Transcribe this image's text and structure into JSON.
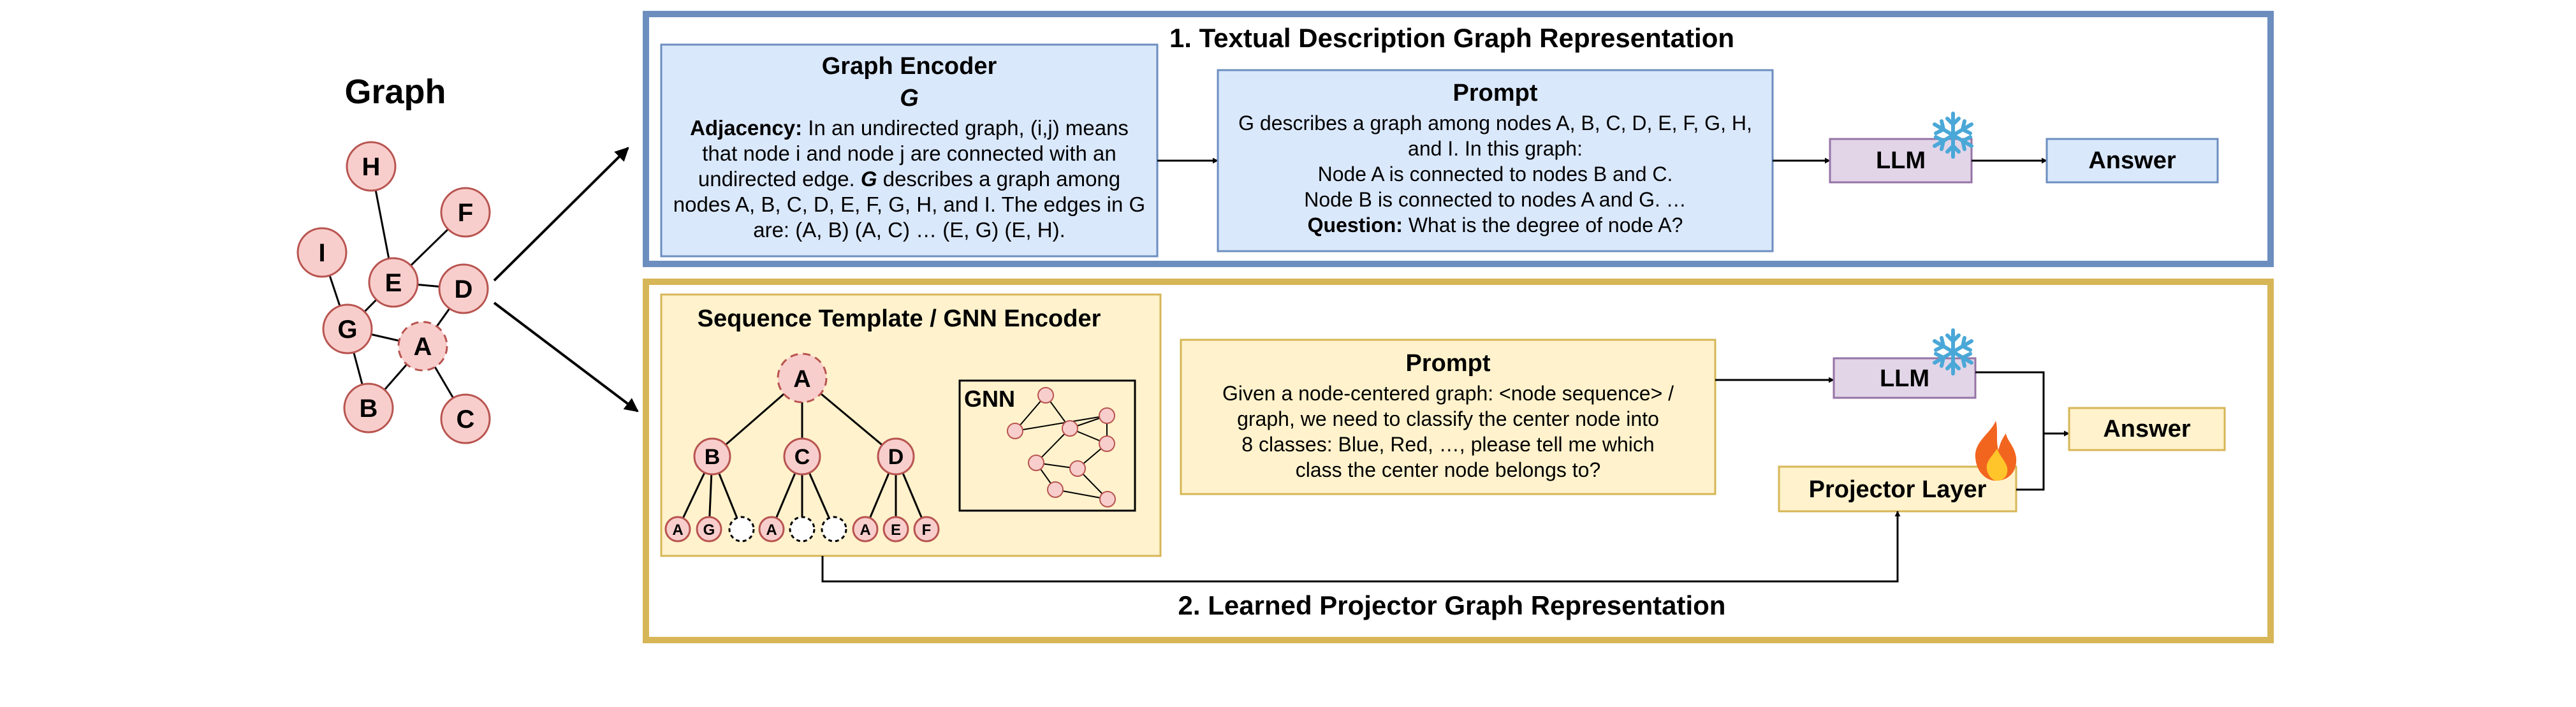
{
  "graph": {
    "title": "Graph",
    "nodes": [
      {
        "id": "H",
        "label": "H"
      },
      {
        "id": "F",
        "label": "F"
      },
      {
        "id": "I",
        "label": "I"
      },
      {
        "id": "E",
        "label": "E"
      },
      {
        "id": "D",
        "label": "D"
      },
      {
        "id": "G",
        "label": "G"
      },
      {
        "id": "A",
        "label": "A",
        "dashed": true
      },
      {
        "id": "B",
        "label": "B"
      },
      {
        "id": "C",
        "label": "C"
      }
    ],
    "edges": [
      [
        "H",
        "E"
      ],
      [
        "F",
        "E"
      ],
      [
        "I",
        "G"
      ],
      [
        "E",
        "G"
      ],
      [
        "E",
        "D"
      ],
      [
        "D",
        "A"
      ],
      [
        "G",
        "A"
      ],
      [
        "G",
        "B"
      ],
      [
        "A",
        "B"
      ],
      [
        "A",
        "C"
      ]
    ]
  },
  "section1": {
    "title": "1. Textual Description Graph Representation",
    "encoder": {
      "title": "Graph Encoder",
      "symbol": "G",
      "adjacency_label": "Adjacency:",
      "line1_rest": " In an undirected graph, (i,j) means",
      "line2": "that node i and node j are connected with an",
      "line3_pre": "undirected edge. ",
      "line3_sym": "G",
      "line3_post": " describes a graph among",
      "line4": "nodes A, B, C, D, E, F, G, H, and I. The edges in G",
      "line5": "are: (A, B) (A, C) … (E, G) (E, H)."
    },
    "prompt": {
      "title": "Prompt",
      "line1": "G describes a graph among nodes A, B, C, D, E, F, G, H,",
      "line2": "and I. In this graph:",
      "line3": "Node A is connected to nodes B and C.",
      "line4": "Node B is connected to nodes A and G. …",
      "question_label": "Question:",
      "question_text": " What is the degree of node A?"
    },
    "llm": "LLM",
    "answer": "Answer"
  },
  "section2": {
    "title": "2. Learned Projector Graph Representation",
    "template_title": "Sequence Template / GNN Encoder",
    "tree": {
      "root": "A",
      "children": [
        "B",
        "C",
        "D"
      ],
      "leaves": [
        "A",
        "G",
        "",
        "A",
        "",
        "",
        "A",
        "E",
        "F"
      ]
    },
    "gnn_label": "GNN",
    "prompt": {
      "title": "Prompt",
      "line1": "Given a node-centered graph: <node sequence> /",
      "line2": "graph, we need to classify the center node into",
      "line3": "8 classes: Blue, Red, …, please tell me which",
      "line4": "class the center node belongs to?"
    },
    "llm": "LLM",
    "projector": "Projector Layer",
    "answer": "Answer"
  },
  "colors": {
    "blue_frame": "#6c8ebf",
    "blue_fill": "#dae8fc",
    "gold_frame": "#d6b656",
    "gold_fill": "#fff2cc",
    "node_fill": "#f8cecc",
    "node_stroke": "#b85450",
    "llm_fill": "#e1d5e7",
    "llm_stroke": "#9673a6"
  },
  "icons": {
    "frozen": "snowflake-icon",
    "trainable": "fire-icon"
  }
}
